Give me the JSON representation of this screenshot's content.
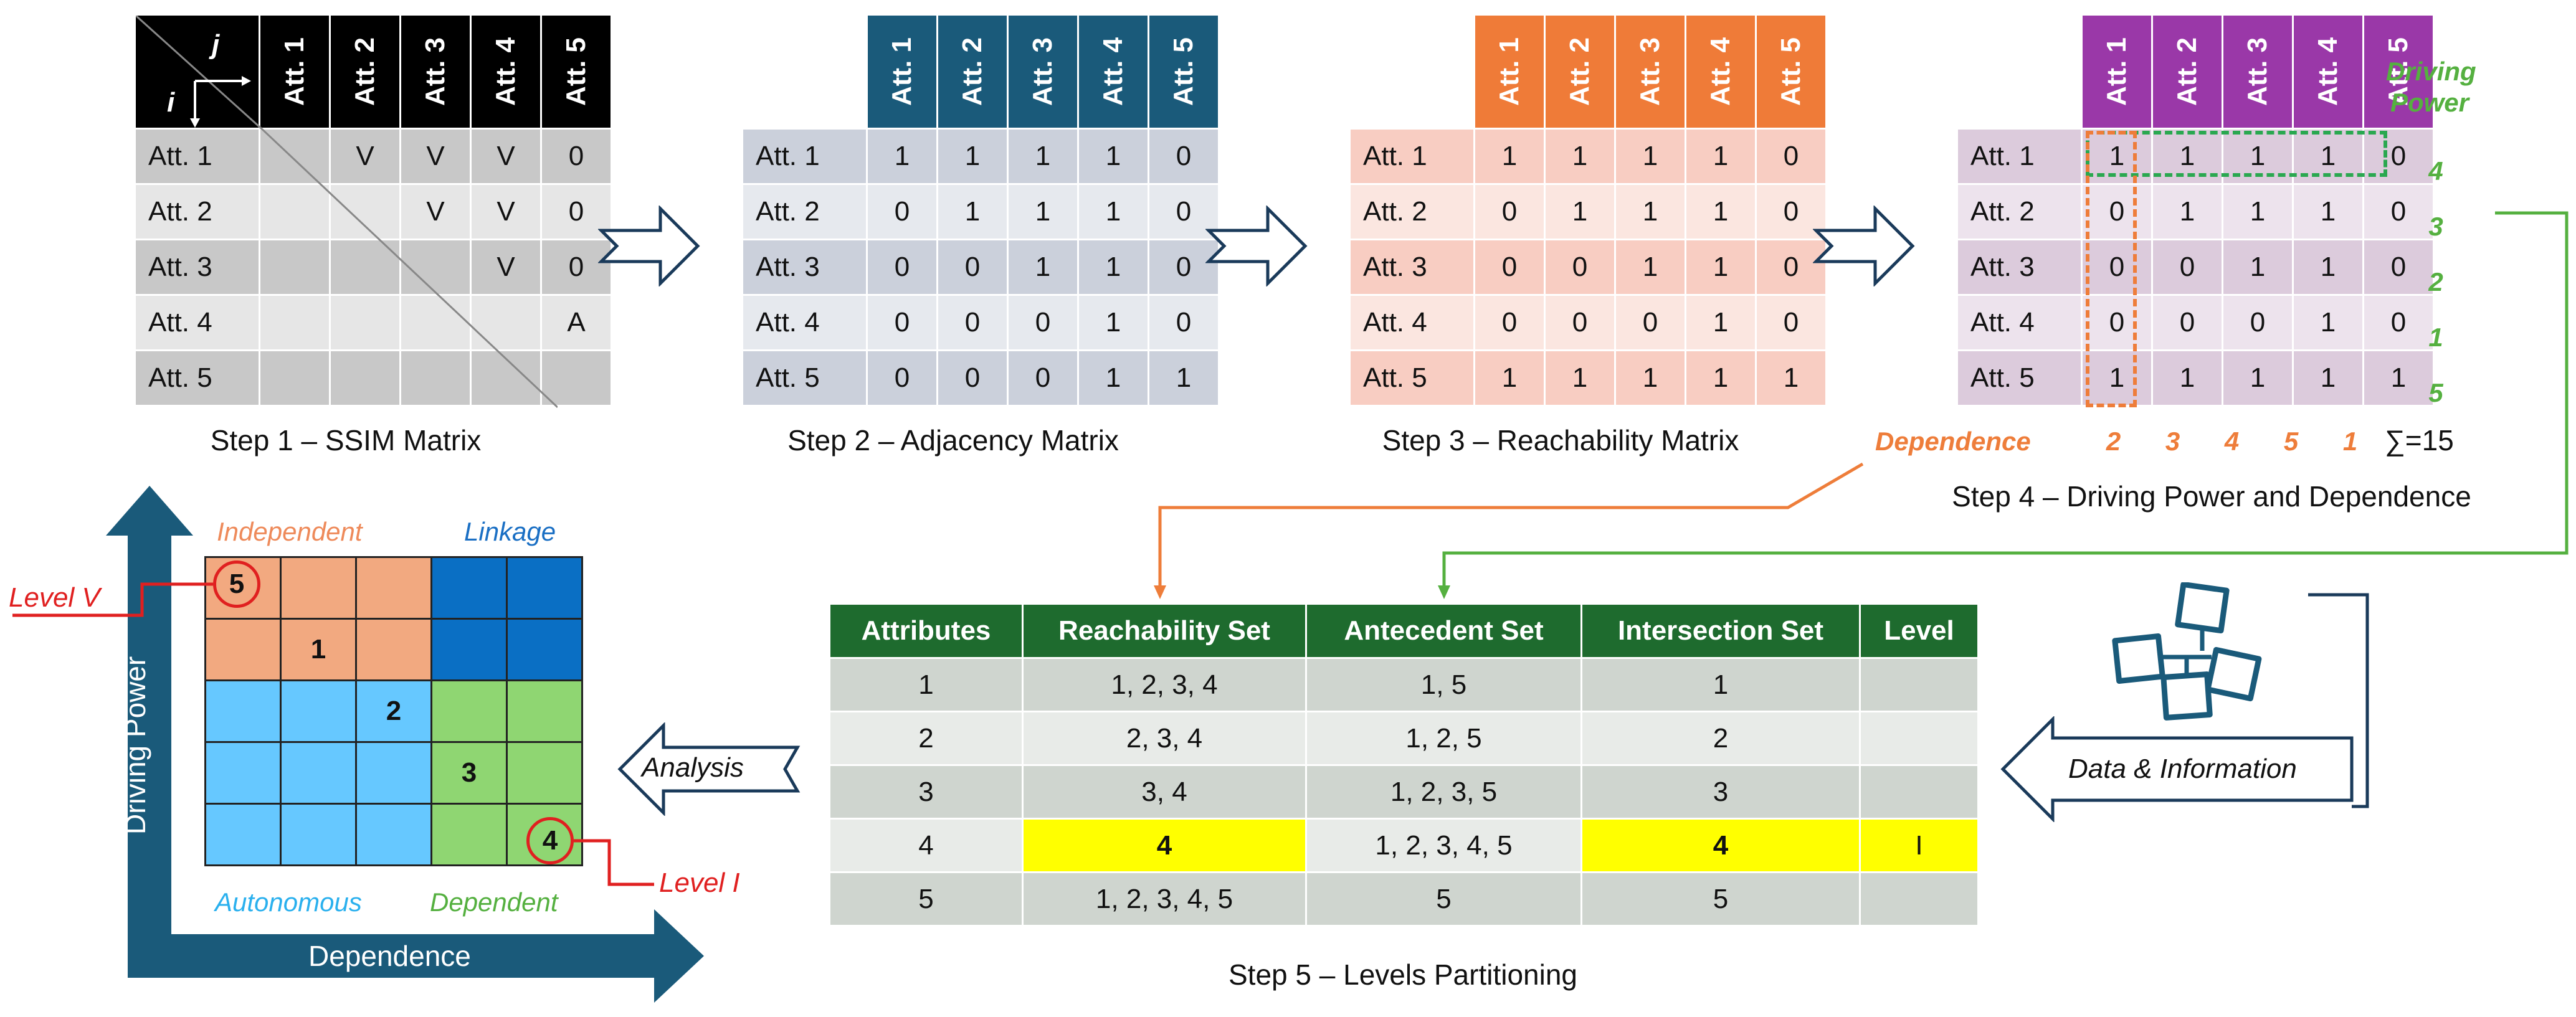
{
  "attributes": [
    "Att. 1",
    "Att. 2",
    "Att. 3",
    "Att. 4",
    "Att. 5"
  ],
  "colors": {
    "ssim_header": "#000000",
    "adjacency_header": "#1a5a7a",
    "reachability_header": "#ef7b38",
    "final_header": "#9a38a8",
    "levels_header": "#1e6b2e",
    "driving_power": "#55b040",
    "dependence": "#ee7d3a",
    "level_marker": "#e02020",
    "highlight": "#ffff00",
    "quadrant_independent": "#f2a980",
    "quadrant_linkage": "#0a6fc4",
    "quadrant_autonomous": "#66c8ff",
    "quadrant_dependent": "#8fd672"
  },
  "step1": {
    "caption": "Step 1 – SSIM Matrix",
    "axis_i": "i",
    "axis_j": "j",
    "rows": [
      [
        "",
        "V",
        "V",
        "V",
        "0"
      ],
      [
        "",
        "",
        "V",
        "V",
        "0"
      ],
      [
        "",
        "",
        "",
        "V",
        "0"
      ],
      [
        "",
        "",
        "",
        "",
        "A"
      ],
      [
        "",
        "",
        "",
        "",
        ""
      ]
    ]
  },
  "step2": {
    "caption": "Step 2 – Adjacency Matrix",
    "rows": [
      [
        "1",
        "1",
        "1",
        "1",
        "0"
      ],
      [
        "0",
        "1",
        "1",
        "1",
        "0"
      ],
      [
        "0",
        "0",
        "1",
        "1",
        "0"
      ],
      [
        "0",
        "0",
        "0",
        "1",
        "0"
      ],
      [
        "0",
        "0",
        "0",
        "1",
        "1"
      ]
    ]
  },
  "step3": {
    "caption": "Step 3 – Reachability Matrix",
    "rows": [
      [
        "1",
        "1",
        "1",
        "1",
        "0"
      ],
      [
        "0",
        "1",
        "1",
        "1",
        "0"
      ],
      [
        "0",
        "0",
        "1",
        "1",
        "0"
      ],
      [
        "0",
        "0",
        "0",
        "1",
        "0"
      ],
      [
        "1",
        "1",
        "1",
        "1",
        "1"
      ]
    ]
  },
  "step4": {
    "caption": "Step 4 – Driving Power and Dependence",
    "driving_power_label_1": "Driving",
    "driving_power_label_2": "Power",
    "driving_power": [
      "4",
      "3",
      "2",
      "1",
      "5"
    ],
    "dependence_label": "Dependence",
    "dependence": [
      "2",
      "3",
      "4",
      "5",
      "1"
    ],
    "sum": "∑=15",
    "rows": [
      [
        "1",
        "1",
        "1",
        "1",
        "0"
      ],
      [
        "0",
        "1",
        "1",
        "1",
        "0"
      ],
      [
        "0",
        "0",
        "1",
        "1",
        "0"
      ],
      [
        "0",
        "0",
        "0",
        "1",
        "0"
      ],
      [
        "1",
        "1",
        "1",
        "1",
        "1"
      ]
    ]
  },
  "step5": {
    "caption": "Step 5 – Levels Partitioning",
    "headers": [
      "Attributes",
      "Reachability Set",
      "Antecedent Set",
      "Intersection Set",
      "Level"
    ],
    "rows": [
      [
        "1",
        "1, 2, 3, 4",
        "1, 5",
        "1",
        ""
      ],
      [
        "2",
        "2, 3, 4",
        "1, 2, 5",
        "2",
        ""
      ],
      [
        "3",
        "3, 4",
        "1, 2, 3, 5",
        "3",
        ""
      ],
      [
        "4",
        "4",
        "1, 2, 3, 4, 5",
        "4",
        "I"
      ],
      [
        "5",
        "1, 2, 3, 4, 5",
        "5",
        "5",
        ""
      ]
    ]
  },
  "flow": {
    "analysis_label": "Analysis",
    "data_label": "Data & Information"
  },
  "quadrant": {
    "y_axis": "Driving Power",
    "x_axis": "Dependence",
    "independent": "Independent",
    "linkage": "Linkage",
    "autonomous": "Autonomous",
    "dependent": "Dependent",
    "level_v": "Level V",
    "level_i": "Level I",
    "points": [
      "5",
      "1",
      "2",
      "3",
      "4"
    ]
  }
}
